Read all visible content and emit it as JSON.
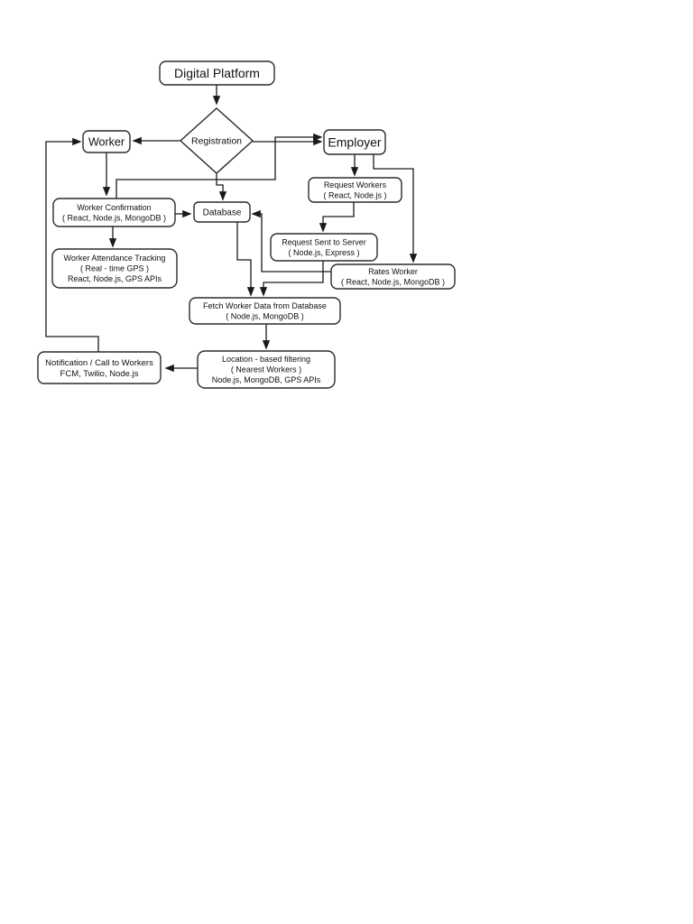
{
  "page": {
    "background_color": "#ffffff",
    "kind": "flowchart"
  },
  "diagram": {
    "title": "Digital Platform worker-employer flowchart",
    "colors": {
      "node_fill": "#ffffff",
      "node_stroke": "#2b2b2b",
      "edge_stroke": "#1a1a1a",
      "text": "#111111",
      "background": "#ffffff"
    },
    "nodes": {
      "digital_platform": {
        "lines": [
          "Digital Platform"
        ]
      },
      "registration": {
        "lines": [
          "Registration"
        ]
      },
      "worker": {
        "lines": [
          "Worker"
        ]
      },
      "employer": {
        "lines": [
          "Employer"
        ]
      },
      "request_workers": {
        "lines": [
          "Request Workers",
          "( React, Node.js )"
        ]
      },
      "worker_confirmation": {
        "lines": [
          "Worker Confirmation",
          "( React, Node.js, MongoDB )"
        ]
      },
      "database": {
        "lines": [
          "Database"
        ]
      },
      "request_sent_to_server": {
        "lines": [
          "Request Sent to Server",
          "( Node.js, Express )"
        ]
      },
      "worker_attendance_tracking": {
        "lines": [
          "Worker Attendance Tracking",
          "( Real - time GPS )",
          "React, Node.js, GPS APIs"
        ]
      },
      "rates_worker": {
        "lines": [
          "Rates Worker",
          "( React, Node.js, MongoDB )"
        ]
      },
      "fetch_worker_data": {
        "lines": [
          "Fetch Worker Data from Database",
          "( Node.js, MongoDB )"
        ]
      },
      "location_filtering": {
        "lines": [
          "Location - based filtering",
          "( Nearest Workers )",
          "Node.js, MongoDB, GPS APIs"
        ]
      },
      "notification": {
        "lines": [
          "Notification / Call to Workers",
          "FCM, Twilio, Node.js"
        ]
      }
    },
    "edges": [
      {
        "from": "digital_platform",
        "to": "registration"
      },
      {
        "from": "registration",
        "to": "worker"
      },
      {
        "from": "registration",
        "to": "employer"
      },
      {
        "from": "registration",
        "to": "database"
      },
      {
        "from": "worker_confirmation",
        "to": "employer"
      },
      {
        "from": "worker",
        "to": "worker_confirmation"
      },
      {
        "from": "worker_confirmation",
        "to": "database"
      },
      {
        "from": "worker_confirmation",
        "to": "worker_attendance_tracking"
      },
      {
        "from": "employer",
        "to": "request_workers"
      },
      {
        "from": "employer",
        "to": "rates_worker"
      },
      {
        "from": "request_workers",
        "to": "request_sent_to_server"
      },
      {
        "from": "request_sent_to_server",
        "to": "fetch_worker_data"
      },
      {
        "from": "rates_worker",
        "to": "database"
      },
      {
        "from": "database",
        "to": "fetch_worker_data"
      },
      {
        "from": "fetch_worker_data",
        "to": "location_filtering"
      },
      {
        "from": "location_filtering",
        "to": "notification"
      },
      {
        "from": "notification",
        "to": "worker"
      }
    ]
  }
}
